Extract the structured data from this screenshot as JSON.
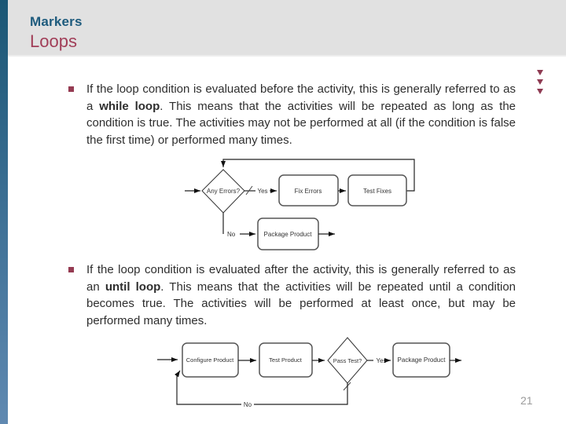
{
  "slide": {
    "pretitle": "Markers",
    "title": "Loops",
    "page_number": "21"
  },
  "colors": {
    "header_bg": "#e1e1e1",
    "pretitle_color": "#1e5b7d",
    "title_color": "#a13e58",
    "bullet_color": "#953b52",
    "triangle_marker_color": "#8e3a52",
    "side_strip_top": "#1a5674",
    "side_strip_bottom": "#6089b1",
    "body_text_color": "#2e2e2e"
  },
  "decorations": {
    "right_margin_markers": [
      "down-triangle",
      "down-triangle",
      "down-triangle"
    ]
  },
  "bullets": [
    {
      "before_bold": "If the loop condition is evaluated before the activity, this is generally referred to as a ",
      "bold": "while loop",
      "after_bold": ". This means that the activities will be repeated as long as the condition is true. The activities may not be performed at all (if the condition is false the first time) or performed many times."
    },
    {
      "before_bold": "If the loop condition is evaluated after the activity, this is generally referred to as an ",
      "bold": "until loop",
      "after_bold": ". This means that the activities will be repeated until a condition becomes true. The activities will be performed at least once, but may be performed many times."
    }
  ],
  "diagram_while": {
    "decision": "Any Errors?",
    "branch_yes": "Yes",
    "branch_no": "No",
    "box_fix": "Fix Errors",
    "box_test": "Test Fixes",
    "box_package": "Package Product"
  },
  "diagram_until": {
    "box_configure": "Configure Product",
    "box_test": "Test Product",
    "decision": "Pass Test?",
    "branch_yes": "Yes",
    "branch_no": "No",
    "box_package": "Package Product"
  }
}
